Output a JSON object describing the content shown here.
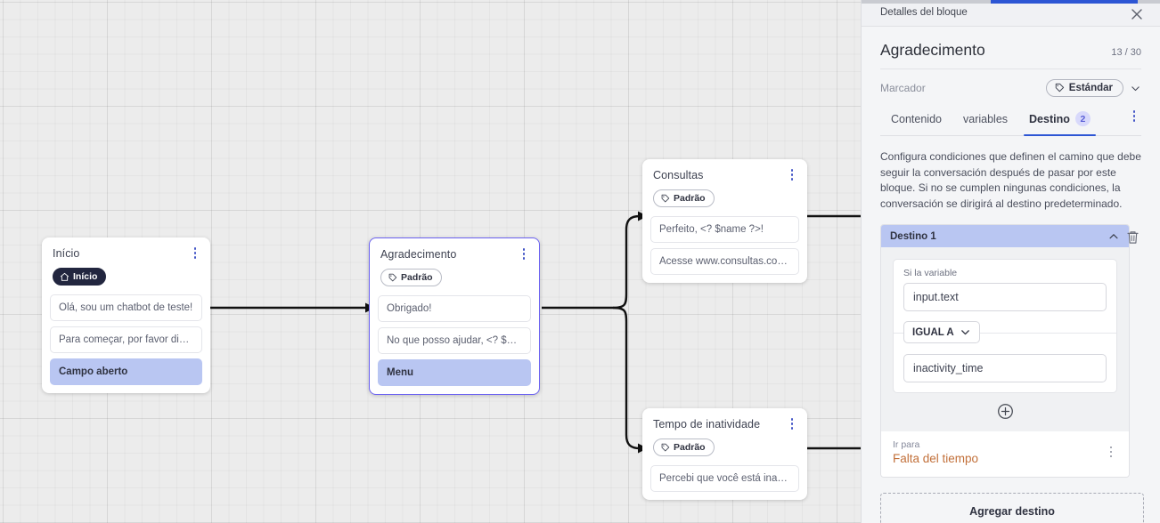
{
  "canvas": {
    "nodes": [
      {
        "id": "inicio",
        "title": "Início",
        "tag": "Início",
        "tag_icon": "home-icon",
        "tag_style": "dark",
        "selected": false,
        "messages": [
          {
            "text": "Olá, sou um chatbot de teste!",
            "highlight": false
          },
          {
            "text": "Para começar, por favor digite o ...",
            "highlight": false
          },
          {
            "text": "Campo aberto",
            "highlight": true
          }
        ]
      },
      {
        "id": "agradecimento",
        "title": "Agradecimento",
        "tag": "Padrão",
        "tag_icon": "tag-icon",
        "tag_style": "light",
        "selected": true,
        "messages": [
          {
            "text": "Obrigado!",
            "highlight": false
          },
          {
            "text": "No que posso ajudar, <? $name ...",
            "highlight": false
          },
          {
            "text": "Menu",
            "highlight": true
          }
        ]
      },
      {
        "id": "consultas",
        "title": "Consultas",
        "tag": "Padrão",
        "tag_icon": "tag-icon",
        "tag_style": "light",
        "selected": false,
        "messages": [
          {
            "text": "Perfeito, <? $name ?>!",
            "highlight": false
          },
          {
            "text": "Acesse www.consultas.com par...",
            "highlight": false
          }
        ]
      },
      {
        "id": "inatividade",
        "title": "Tempo de inatividade",
        "tag": "Padrão",
        "tag_icon": "tag-icon",
        "tag_style": "light",
        "selected": false,
        "messages": [
          {
            "text": "Percebi que você está inativo. C...",
            "highlight": false
          }
        ]
      }
    ]
  },
  "panel": {
    "header_title": "Detalles del bloque",
    "close_icon": "close-icon",
    "block_name": "Agradecimento",
    "char_count": "13 / 30",
    "marker_label": "Marcador",
    "marker_value": "Estándar",
    "marker_icon": "tag-icon",
    "marker_chevron": "chevron-down-icon",
    "tabs": [
      {
        "label": "Contenido",
        "badge": null,
        "active": false
      },
      {
        "label": "variables",
        "badge": null,
        "active": false
      },
      {
        "label": "Destino",
        "badge": "2",
        "active": true
      }
    ],
    "tab_more_icon": "kebab-menu-icon",
    "description": "Configura condiciones que definen el camino que debe seguir la conversación después de pasar por este bloque. Si no se cumplen ningunas condiciones, la conversación se dirigirá al destino predeterminado.",
    "destination": {
      "header": "Destino 1",
      "collapse_icon": "chevron-up-icon",
      "delete_icon": "trash-icon",
      "condition": {
        "label": "Si la variable",
        "variable_value": "input.text",
        "operator": "IGUAL A",
        "operator_chevron": "chevron-down-icon",
        "comparison_value": "inactivity_time"
      },
      "add_condition_icon": "plus-circle-icon",
      "goto_label": "Ir para",
      "goto_value": "Falta del tiempo",
      "goto_kebab_icon": "kebab-menu-icon"
    },
    "add_destination_label": "Agregar destino"
  },
  "colors": {
    "accent_blue": "#2d56d4",
    "selection_purple": "#6c63f1",
    "highlight_lavender": "#b9c6f2",
    "goto_orange": "#c2703a",
    "canvas_bg": "#ececec",
    "panel_bg": "#f4f5f7"
  }
}
